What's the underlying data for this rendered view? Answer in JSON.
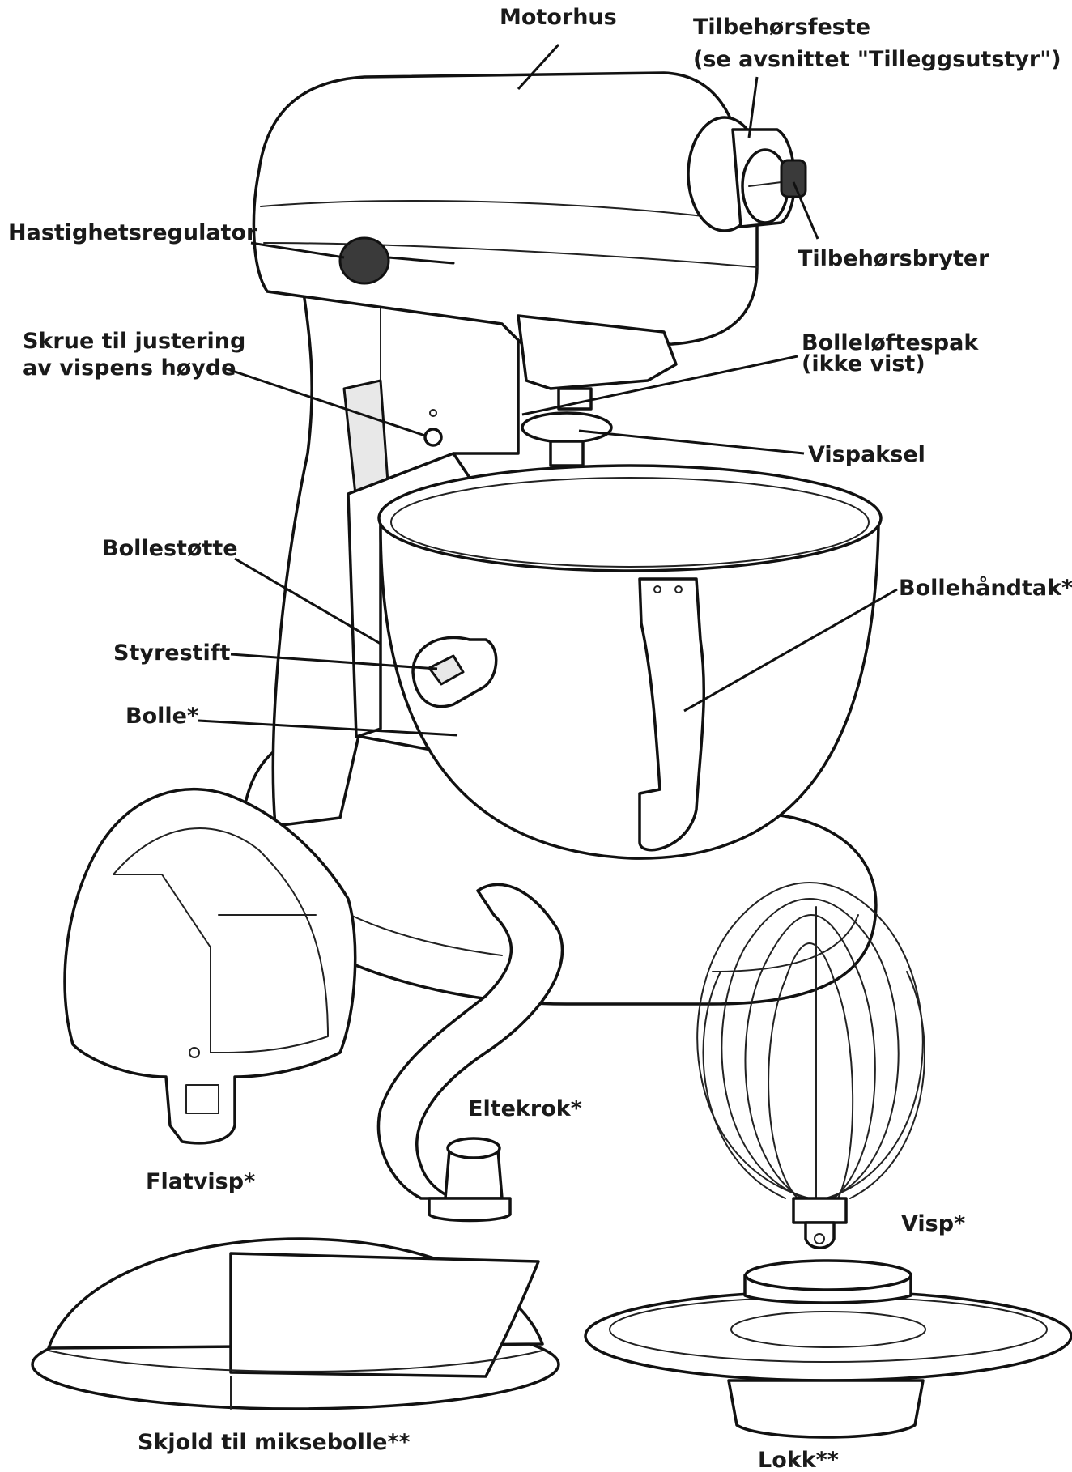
{
  "labels": {
    "motorhus": "Motorhus",
    "tilbehorsfeste_1": "Tilbehørsfeste",
    "tilbehorsfeste_2": "(se avsnittet \"Tilleggsutstyr\")",
    "hastighetsregulator": "Hastighetsregulator",
    "tilbehorsbryter": "Tilbehørsbryter",
    "skrue_1": "Skrue til justering",
    "skrue_2": "av vispens høyde",
    "bolleloftespak_1": "Bolleløftespak",
    "bolleloftespak_2": "(ikke vist)",
    "vispaksel": "Vispaksel",
    "bollestotte": "Bollestøtte",
    "bollehandtak": "Bollehåndtak*",
    "styrestift": "Styrestift",
    "bolle": "Bolle*",
    "eltekrok": "Eltekrok*",
    "flatvisp": "Flatvisp*",
    "visp": "Visp*",
    "skjold": "Skjold til miksebolle**",
    "lokk": "Lokk**"
  }
}
